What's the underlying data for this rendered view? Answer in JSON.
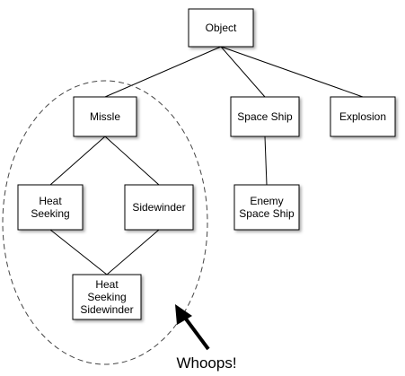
{
  "nodes": [
    {
      "id": "object",
      "lines": [
        "Object"
      ]
    },
    {
      "id": "missle",
      "lines": [
        "Missle"
      ]
    },
    {
      "id": "space-ship",
      "lines": [
        "Space Ship"
      ]
    },
    {
      "id": "explosion",
      "lines": [
        "Explosion"
      ]
    },
    {
      "id": "heat-seeking",
      "lines": [
        "Heat",
        "Seeking"
      ]
    },
    {
      "id": "sidewinder",
      "lines": [
        "Sidewinder"
      ]
    },
    {
      "id": "enemy-space-ship",
      "lines": [
        "Enemy",
        "Space Ship"
      ]
    },
    {
      "id": "heat-seeking-sidewinder",
      "lines": [
        "Heat",
        "Seeking",
        "Sidewinder"
      ]
    }
  ],
  "edges": [
    {
      "from": "object",
      "to": "missle"
    },
    {
      "from": "object",
      "to": "space-ship"
    },
    {
      "from": "object",
      "to": "explosion"
    },
    {
      "from": "missle",
      "to": "heat-seeking"
    },
    {
      "from": "missle",
      "to": "sidewinder"
    },
    {
      "from": "space-ship",
      "to": "enemy-space-ship"
    },
    {
      "from": "heat-seeking",
      "to": "heat-seeking-sidewinder"
    },
    {
      "from": "sidewinder",
      "to": "heat-seeking-sidewinder"
    }
  ],
  "annotation": {
    "text": "Whoops!",
    "encloses": [
      "missle",
      "heat-seeking",
      "sidewinder",
      "heat-seeking-sidewinder"
    ]
  }
}
